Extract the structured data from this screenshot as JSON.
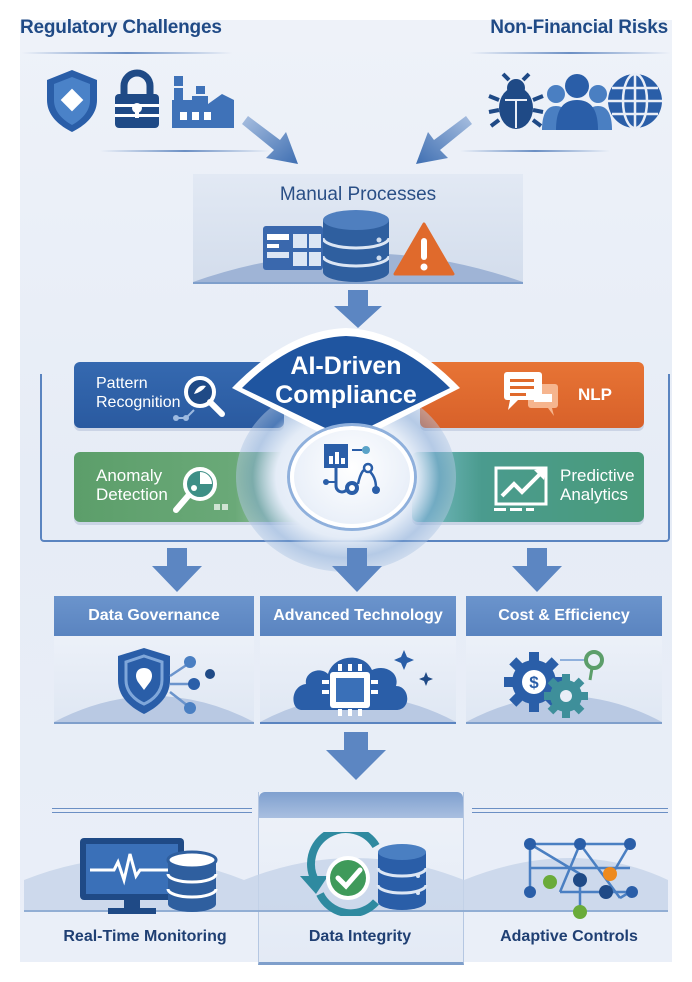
{
  "top": {
    "left_heading": "Regulatory Challenges",
    "right_heading": "Non-Financial Risks",
    "left_icons": [
      "shield-icon",
      "padlock-icon",
      "factory-icon"
    ],
    "right_icons": [
      "bug-icon",
      "people-group-icon",
      "globe-icon"
    ]
  },
  "manual": {
    "title": "Manual Processes",
    "icons": [
      "spreadsheet-icon",
      "database-icon",
      "warning-icon"
    ]
  },
  "core": {
    "title_line1": "AI-Driven",
    "title_line2": "Compliance",
    "center_icon": "analytics-network-icon",
    "features": [
      {
        "line1": "Pattern",
        "line2": "Recognition",
        "icon": "magnifier-icon",
        "color": "#2f62a8"
      },
      {
        "line1": "NLP",
        "line2": "",
        "icon": "chat-bubbles-icon",
        "color": "#e06a2c"
      },
      {
        "line1": "Anomaly",
        "line2": "Detection",
        "icon": "magnifier-chart-icon",
        "color": "#5c9e6a"
      },
      {
        "line1": "Predictive",
        "line2": "Analytics",
        "icon": "trend-chart-icon",
        "color": "#3e8f86"
      }
    ]
  },
  "pillars": [
    {
      "title": "Data Governance",
      "icon": "shield-network-icon"
    },
    {
      "title": "Advanced Technology",
      "icon": "cloud-chip-icon"
    },
    {
      "title": "Cost & Efficiency",
      "icon": "gears-dollar-icon"
    }
  ],
  "outcomes": [
    {
      "label": "Real-Time Monitoring",
      "icon": "monitor-database-icon"
    },
    {
      "label": "Data Integrity",
      "icon": "sync-check-database-icon"
    },
    {
      "label": "Adaptive Controls",
      "icon": "node-network-icon"
    }
  ],
  "colors": {
    "primary": "#2a5ea8",
    "dark": "#1f4a86",
    "orange": "#e06a2c",
    "green": "#5c9e6a",
    "teal": "#3e8f86",
    "background": "#e9eef7"
  }
}
